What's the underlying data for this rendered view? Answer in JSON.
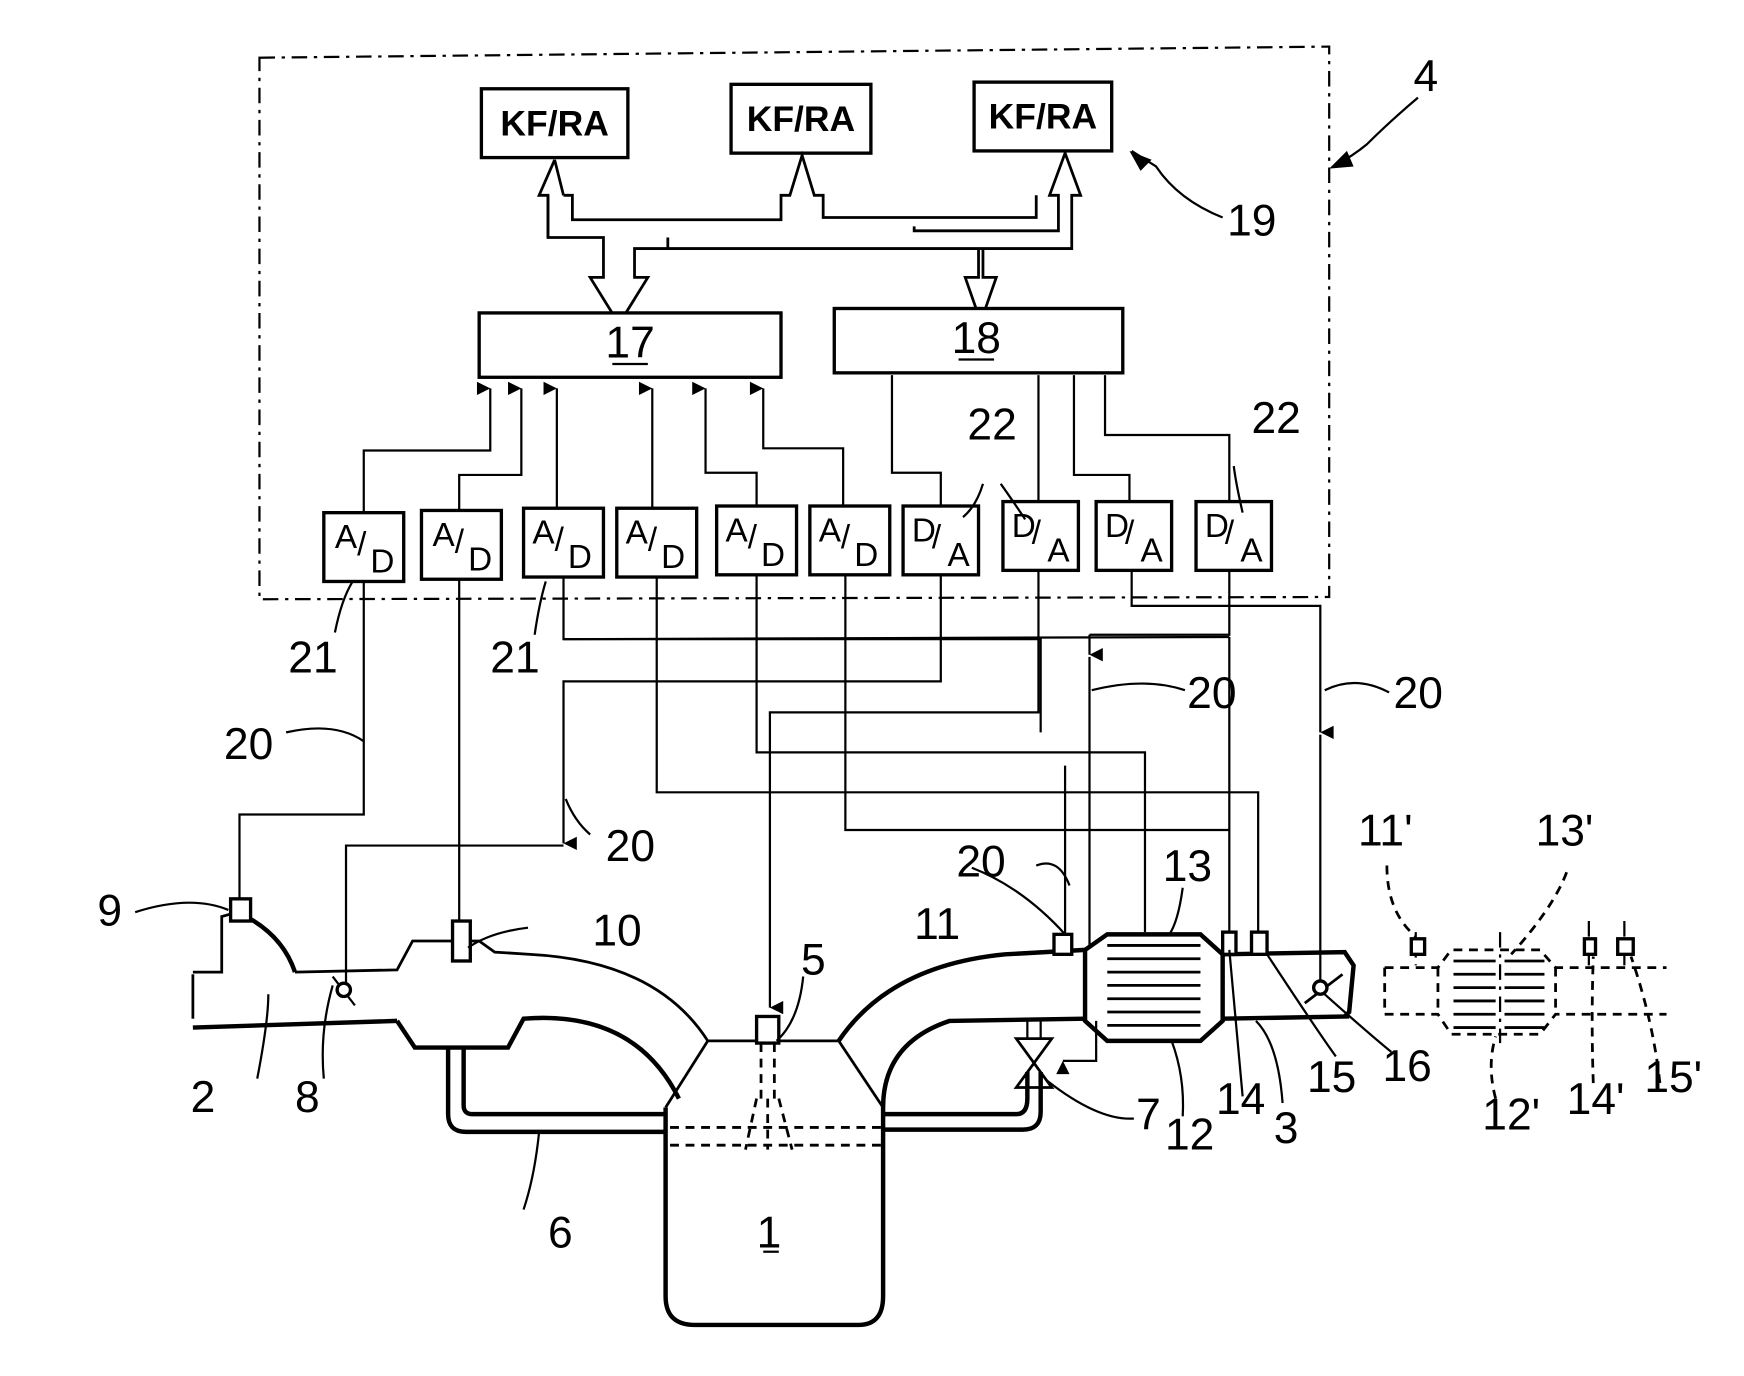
{
  "diagram": {
    "type": "patent-schematic",
    "subject": "internal combustion engine exhaust/intake control system",
    "control_unit": {
      "ref": "4",
      "map_blocks_ref": "19",
      "map_blocks": [
        {
          "label": "KF/RA"
        },
        {
          "label": "KF/RA"
        },
        {
          "label": "KF/RA"
        }
      ],
      "processors": [
        {
          "ref": "17",
          "underlined": true
        },
        {
          "ref": "18",
          "underlined": true
        }
      ],
      "ad_converters": [
        {
          "label_top": "A",
          "label_bottom": "D"
        },
        {
          "label_top": "A",
          "label_bottom": "D"
        },
        {
          "label_top": "A",
          "label_bottom": "D"
        },
        {
          "label_top": "A",
          "label_bottom": "D"
        },
        {
          "label_top": "A",
          "label_bottom": "D"
        },
        {
          "label_top": "A",
          "label_bottom": "D"
        }
      ],
      "da_converters": [
        {
          "label_top": "D",
          "label_bottom": "A"
        },
        {
          "label_top": "D",
          "label_bottom": "A"
        },
        {
          "label_top": "D",
          "label_bottom": "A"
        },
        {
          "label_top": "D",
          "label_bottom": "A"
        }
      ],
      "ad_ref": "21",
      "da_ref": "22",
      "signal_line_ref": "20"
    },
    "labels": {
      "engine": "1",
      "intake": "2",
      "exhaust": "3",
      "control_unit": "4",
      "injector": "5",
      "egr_line": "6",
      "egr_valve": "7",
      "throttle": "8",
      "sensor_9": "9",
      "sensor_10": "10",
      "sensor_11": "11",
      "catalyst": "12",
      "catalyst_sensor": "13",
      "sensor_14": "14",
      "sensor_15": "15",
      "exhaust_flap": "16",
      "map_group": "19",
      "signal_line": "20",
      "ad_converter": "21",
      "da_converter": "22",
      "alt_sensor_11": "11'",
      "alt_catalyst": "12'",
      "alt_catalyst_sensor": "13'",
      "alt_sensor_14": "14'",
      "alt_sensor_15": "15'"
    }
  }
}
